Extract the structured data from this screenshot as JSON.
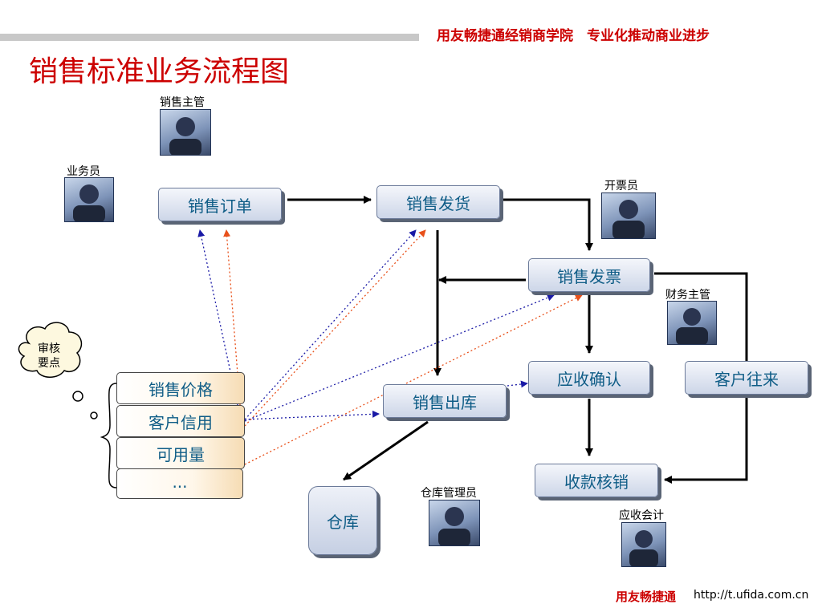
{
  "header": {
    "slogan": "用友畅捷通经销商学院　专业化推动商业进步",
    "title": "销售标准业务流程图"
  },
  "roles": {
    "sales_supervisor": "销售主管",
    "salesperson": "业务员",
    "invoicer": "开票员",
    "finance_supervisor": "财务主管",
    "warehouse_keeper": "仓库管理员",
    "receivable_accountant": "应收会计"
  },
  "process": {
    "sales_order": "销售订单",
    "sales_delivery": "销售发货",
    "sales_invoice": "销售发票",
    "receivable_confirm": "应收确认",
    "customer_account": "客户往来",
    "sales_outbound": "销售出库",
    "payment_writeoff": "收款核销",
    "warehouse": "仓库"
  },
  "review": {
    "cloud_line1": "审核",
    "cloud_line2": "要点",
    "items": [
      "销售价格",
      "客户信用",
      "可用量",
      "..."
    ]
  },
  "footer": {
    "brand": "用友畅捷通",
    "url": "http://t.ufida.com.cn"
  },
  "colors": {
    "brand_red": "#cc0000",
    "box_text": "#0e5c86",
    "dotted_blue": "#1a1aa6",
    "dotted_orange": "#e8501a"
  }
}
